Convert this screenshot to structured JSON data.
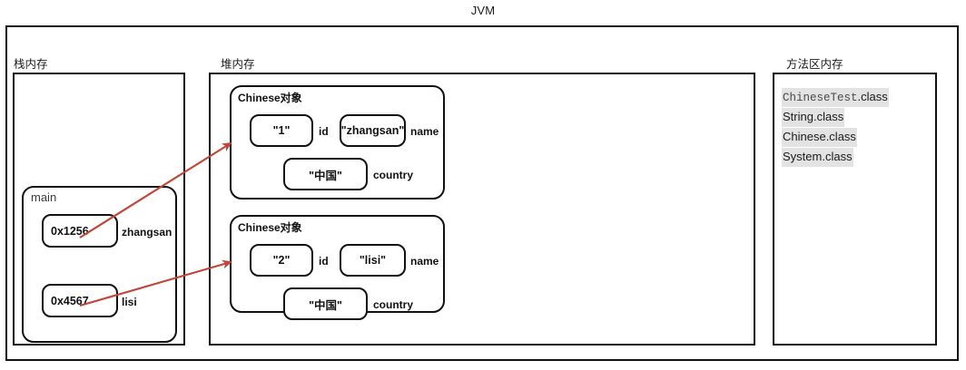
{
  "diagram": {
    "title": "JVM",
    "regions": {
      "stack": {
        "label": "栈内存"
      },
      "heap": {
        "label": "堆内存"
      },
      "method_area": {
        "label": "方法区内存"
      }
    }
  },
  "stack": {
    "frame_name": "main",
    "variables": [
      {
        "value": "0x1256",
        "name": "zhangsan"
      },
      {
        "value": "0x4567",
        "name": "lisi"
      }
    ]
  },
  "heap": {
    "objects": [
      {
        "title": "Chinese对象",
        "fields": [
          {
            "value": "\"1\"",
            "label": "id"
          },
          {
            "value": "\"zhangsan\"",
            "label": "name"
          },
          {
            "value": "\"中国\"",
            "label": "country"
          }
        ]
      },
      {
        "title": "Chinese对象",
        "fields": [
          {
            "value": "\"2\"",
            "label": "id"
          },
          {
            "value": "\"lisi\"",
            "label": "name"
          },
          {
            "value": "\"中国\"",
            "label": "country"
          }
        ]
      }
    ]
  },
  "method_area": {
    "classes": [
      {
        "mono_part": "ChineseTest",
        "rest": ".class"
      },
      {
        "mono_part": "",
        "rest": "String.class"
      },
      {
        "mono_part": "",
        "rest": "Chinese.class"
      },
      {
        "mono_part": "",
        "rest": "System.class"
      }
    ]
  },
  "arrows": [
    {
      "from": "zhangsan-reference",
      "to": "heap-object-1",
      "color": "#c0483a"
    },
    {
      "from": "lisi-reference",
      "to": "heap-object-2",
      "color": "#c0483a"
    }
  ],
  "colors": {
    "stroke": "#111111",
    "arrow": "#c0483a",
    "highlight": "#e3e3e3"
  }
}
